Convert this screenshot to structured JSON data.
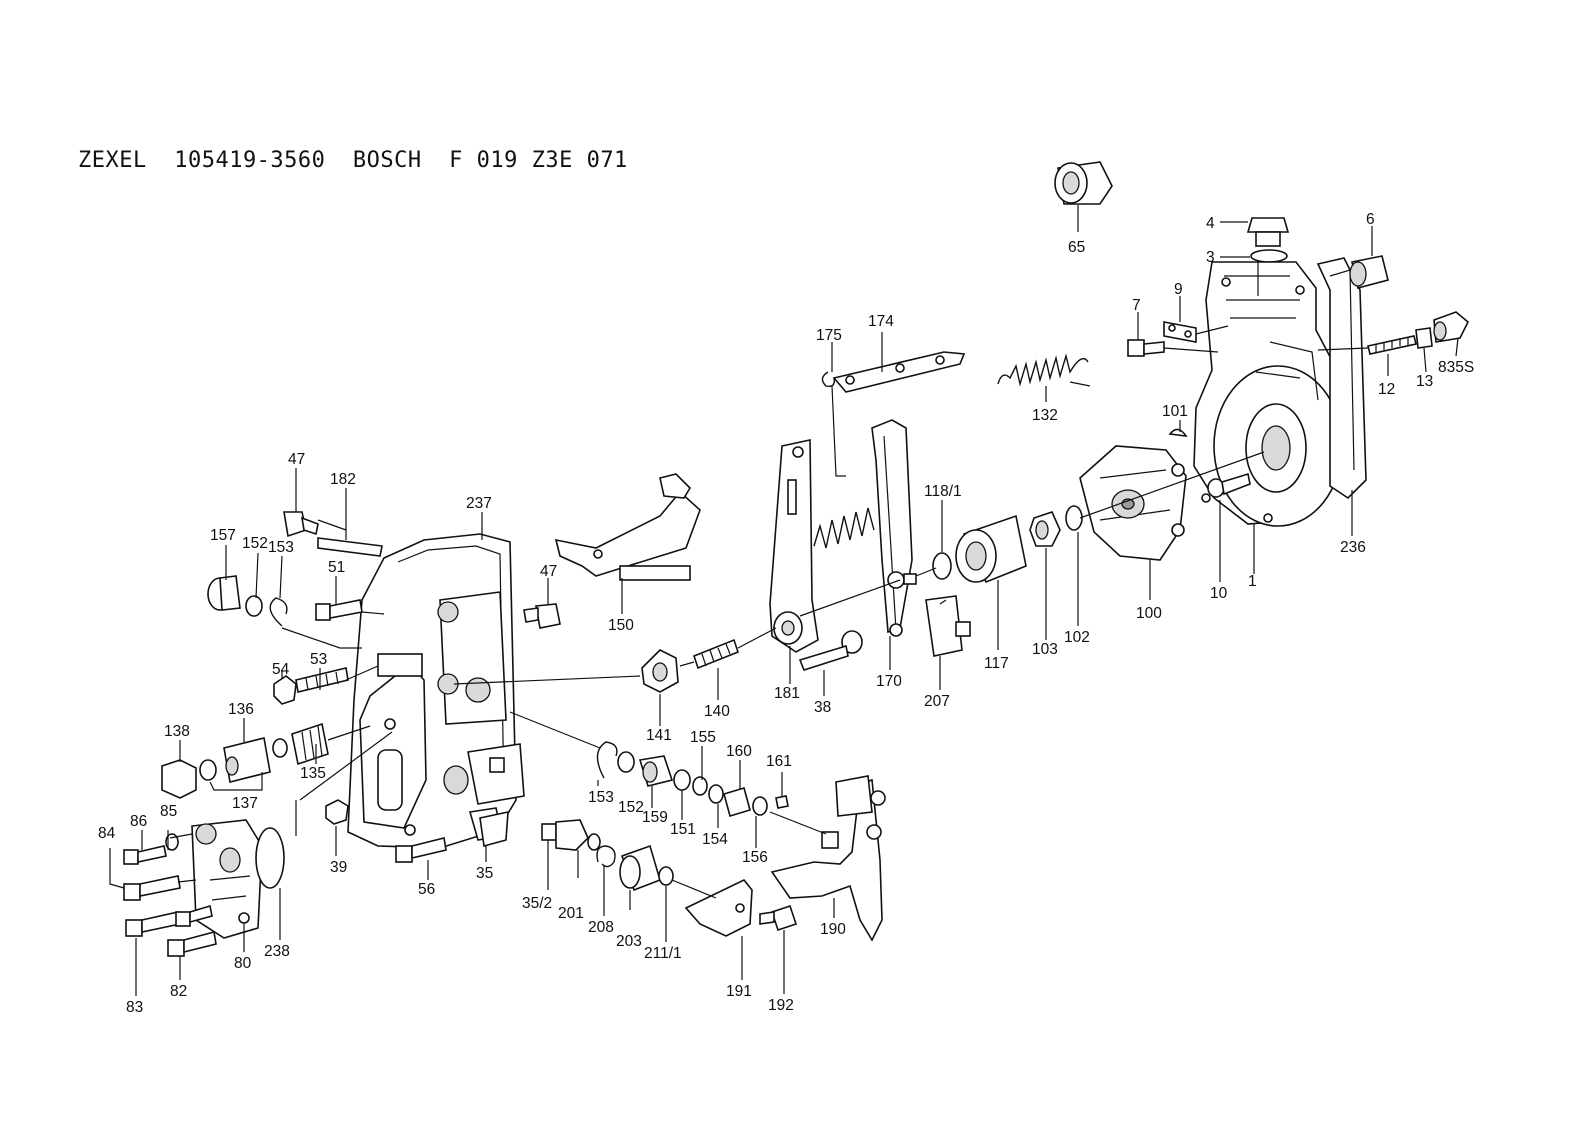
{
  "title": "ZEXEL  105419-3560  BOSCH  F 019 Z3E 071",
  "labels": [
    "65",
    "4",
    "3",
    "6",
    "7",
    "9",
    "12",
    "13",
    "835S",
    "132",
    "175",
    "174",
    "101",
    "236",
    "1",
    "10",
    "100",
    "102",
    "103",
    "117",
    "118/1",
    "207",
    "170",
    "181",
    "38",
    "140",
    "141",
    "150",
    "47",
    "182",
    "237",
    "157",
    "152",
    "153",
    "51",
    "54",
    "53",
    "136",
    "138",
    "137",
    "135",
    "39",
    "56",
    "35",
    "86",
    "85",
    "84",
    "83",
    "82",
    "80",
    "238",
    "155",
    "160",
    "159",
    "151",
    "154",
    "156",
    "161",
    "35/2",
    "201",
    "208",
    "203",
    "211/1",
    "191",
    "192",
    "190"
  ]
}
